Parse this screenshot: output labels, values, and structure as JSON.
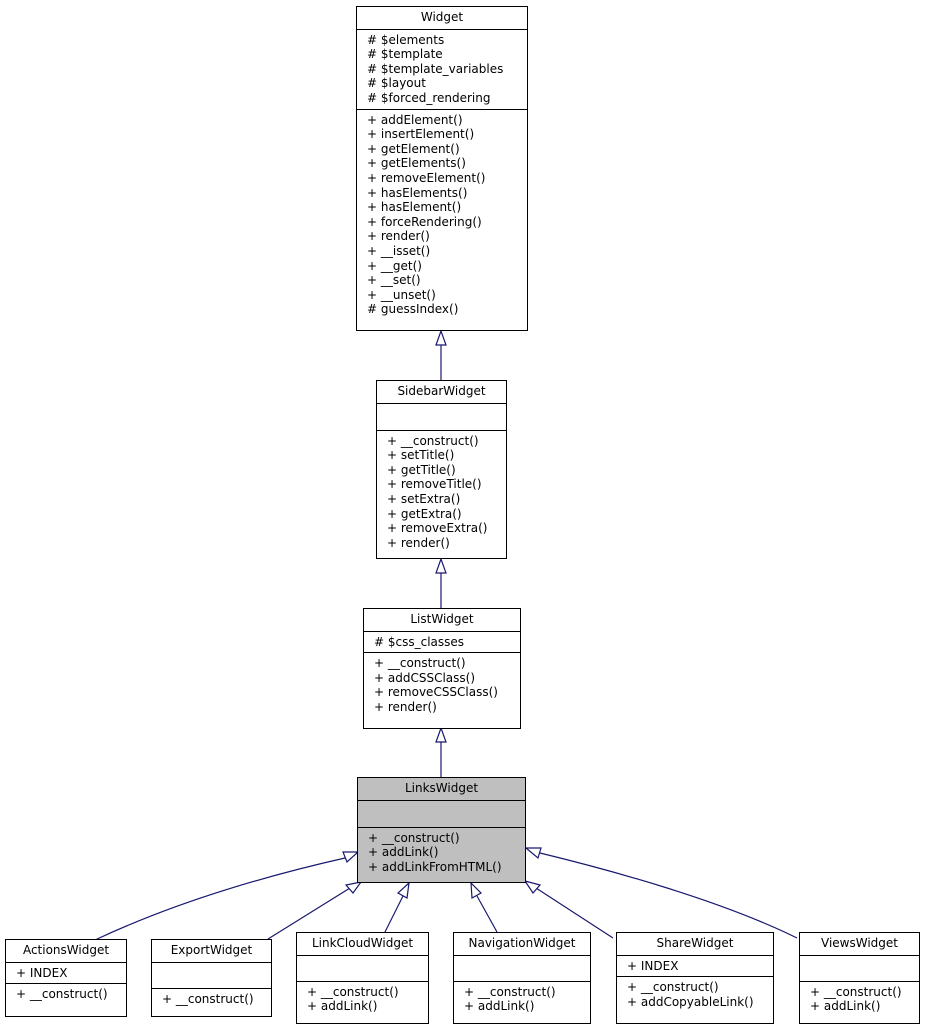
{
  "classes": {
    "widget": {
      "name": "Widget",
      "attributes": [
        "# $elements",
        "# $template",
        "# $template_variables",
        "# $layout",
        "# $forced_rendering"
      ],
      "methods": [
        "+ addElement()",
        "+ insertElement()",
        "+ getElement()",
        "+ getElements()",
        "+ removeElement()",
        "+ hasElements()",
        "+ hasElement()",
        "+ forceRendering()",
        "+ render()",
        "+ __isset()",
        "+ __get()",
        "+ __set()",
        "+ __unset()",
        "# guessIndex()"
      ]
    },
    "sidebar": {
      "name": "SidebarWidget",
      "attributes": [],
      "methods": [
        "+ __construct()",
        "+ setTitle()",
        "+ getTitle()",
        "+ removeTitle()",
        "+ setExtra()",
        "+ getExtra()",
        "+ removeExtra()",
        "+ render()"
      ]
    },
    "list": {
      "name": "ListWidget",
      "attributes": [
        "# $css_classes"
      ],
      "methods": [
        "+ __construct()",
        "+ addCSSClass()",
        "+ removeCSSClass()",
        "+ render()"
      ]
    },
    "links": {
      "name": "LinksWidget",
      "attributes": [],
      "methods": [
        "+ __construct()",
        "+ addLink()",
        "+ addLinkFromHTML()"
      ]
    },
    "actions": {
      "name": "ActionsWidget",
      "attributes": [
        "+ INDEX"
      ],
      "methods": [
        "+ __construct()"
      ]
    },
    "export": {
      "name": "ExportWidget",
      "attributes": [],
      "methods": [
        "+ __construct()"
      ]
    },
    "linkcloud": {
      "name": "LinkCloudWidget",
      "attributes": [],
      "methods": [
        "+ __construct()",
        "+ addLink()"
      ]
    },
    "navigation": {
      "name": "NavigationWidget",
      "attributes": [],
      "methods": [
        "+ __construct()",
        "+ addLink()"
      ]
    },
    "share": {
      "name": "ShareWidget",
      "attributes": [
        "+ INDEX"
      ],
      "methods": [
        "+ __construct()",
        "+ addCopyableLink()"
      ]
    },
    "views": {
      "name": "ViewsWidget",
      "attributes": [],
      "methods": [
        "+ __construct()",
        "+ addLink()"
      ]
    }
  },
  "colors": {
    "edge": "#191970",
    "highlight": "#bfbfbf",
    "border": "#000000"
  }
}
